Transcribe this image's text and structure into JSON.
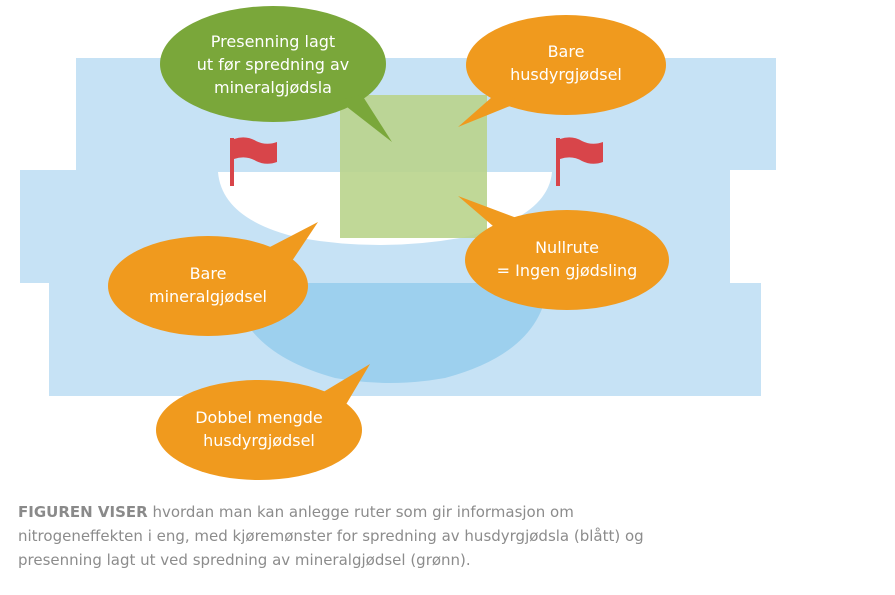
{
  "colors": {
    "strip": "#c6e2f5",
    "blue_area": "#9dd0ee",
    "green_area": "#b9d48c",
    "green_bubble": "#7aa73a",
    "orange_bubble": "#f09a1e",
    "flag": "#d8454a",
    "caption_text": "#8c8c8c"
  },
  "icons": {
    "flag_left": "flag-icon",
    "flag_right": "flag-icon"
  },
  "bubbles": {
    "green": {
      "lines": [
        "Presenning lagt",
        "ut før spredning av",
        "mineralgjødsla"
      ]
    },
    "top_right": {
      "lines": [
        "Bare",
        "husdyrgjødsel"
      ]
    },
    "left": {
      "lines": [
        "Bare",
        "mineralgjødsel"
      ]
    },
    "right": {
      "lines": [
        "Nullrute",
        "= Ingen gjødsling"
      ]
    },
    "bottom": {
      "lines": [
        "Dobbel mengde",
        "husdyrgjødsel"
      ]
    }
  },
  "caption": {
    "lead": "FIGUREN VISER",
    "lines": [
      "hvordan man kan anlegge ruter som gir informasjon om",
      "nitrogeneffekten i eng, med kjøremønster for spredning av husdyrgjødsla (blått) og",
      "presenning lagt ut ved spredning av mineralgjødsel (grønn)."
    ]
  }
}
